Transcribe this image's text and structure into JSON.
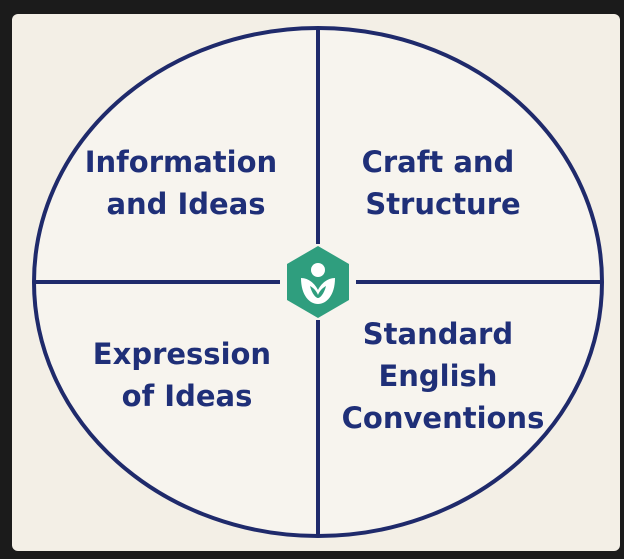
{
  "diagram": {
    "quadrants": [
      {
        "id": "top-left",
        "lines": [
          "Information",
          "and Ideas"
        ]
      },
      {
        "id": "top-right",
        "lines": [
          "Craft and",
          "Structure"
        ]
      },
      {
        "id": "bottom-left",
        "lines": [
          "Expression",
          "of Ideas"
        ]
      },
      {
        "id": "bottom-right",
        "lines": [
          "Standard",
          "English",
          "Conventions"
        ]
      }
    ],
    "colors": {
      "background": "#f3efe6",
      "outline": "#1f2a6b",
      "text": "#1f2f78",
      "logo": "#2f9e7e"
    },
    "center_icon": "khan-academy-logo-icon"
  }
}
